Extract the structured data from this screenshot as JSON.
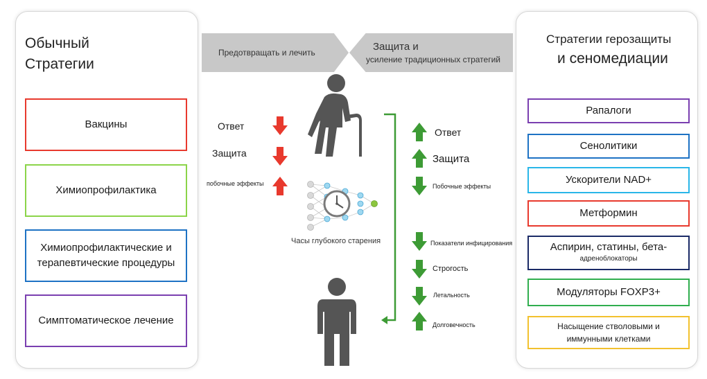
{
  "left_panel": {
    "title_line1": "Обычный",
    "title_line2": "Стратегии",
    "boxes": [
      {
        "label": "Вакцины",
        "color": "#e8392d"
      },
      {
        "label": "Химиопрофилактика",
        "color": "#8bd449"
      },
      {
        "label": "Химиопрофилактические и терапевтические процедуры",
        "color": "#1d72c4"
      },
      {
        "label": "Симптоматическое лечение",
        "color": "#7a3fb0"
      }
    ]
  },
  "center": {
    "chevron_left": "Предотвращать и лечить",
    "chevron_right_line1": "Защита и",
    "chevron_right_line2": "усиление традиционных стратегий",
    "left_effects": [
      {
        "label": "Ответ",
        "direction": "down",
        "color": "#e8392d"
      },
      {
        "label": "Защита",
        "direction": "down",
        "color": "#e8392d"
      },
      {
        "label": "побочные эффекты",
        "direction": "up",
        "color": "#e8392d"
      }
    ],
    "right_effects": [
      {
        "label": "Ответ",
        "direction": "up",
        "color": "#3d9b35"
      },
      {
        "label": "Защита",
        "direction": "up",
        "color": "#3d9b35"
      },
      {
        "label": "Побочные эффекты",
        "direction": "down",
        "color": "#3d9b35"
      },
      {
        "label": "Показатели инфицирования",
        "direction": "down",
        "color": "#3d9b35"
      },
      {
        "label": "Строгость",
        "direction": "down",
        "color": "#3d9b35"
      },
      {
        "label": "Летальность",
        "direction": "down",
        "color": "#3d9b35"
      },
      {
        "label": "Долговечность",
        "direction": "up",
        "color": "#3d9b35"
      }
    ],
    "clock_caption": "Часы глубокого старения",
    "bracket_color": "#3d9b35",
    "figure_color": "#555555"
  },
  "right_panel": {
    "title_line1": "Стратегии герозащиты",
    "title_line2": "и сеномедиации",
    "boxes": [
      {
        "label": "Рапалоги",
        "color": "#7a3fb0"
      },
      {
        "label": "Сенолитики",
        "color": "#1d72c4"
      },
      {
        "label": "Ускорители NAD+",
        "color": "#29b6e8"
      },
      {
        "label": "Метформин",
        "color": "#e8392d"
      },
      {
        "label": "Аспирин, статины, бета-",
        "label_cont": "адреноблокаторы",
        "color": "#1a2a66"
      },
      {
        "label": "Модуляторы FOXP3+",
        "color": "#2fae4e"
      },
      {
        "label": "Насыщение стволовыми и",
        "label_cont": "иммунными клетками",
        "color": "#f2c12e"
      }
    ]
  }
}
